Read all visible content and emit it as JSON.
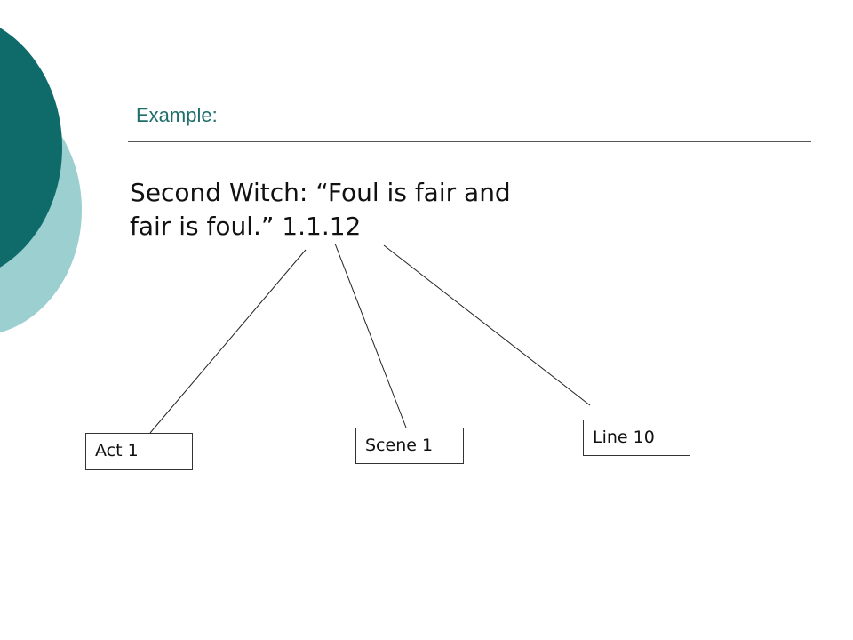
{
  "slide": {
    "title": "Example:",
    "quote_lines": [
      "Second Witch: “Foul is fair and",
      "fair is foul.” 1.1.12"
    ]
  },
  "labels": {
    "act": "Act 1",
    "scene": "Scene 1",
    "line": "Line 10"
  },
  "colors": {
    "accent_dark": "#0f6a6a",
    "accent_light": "#9ccfcf",
    "title": "#1e6e6a"
  }
}
